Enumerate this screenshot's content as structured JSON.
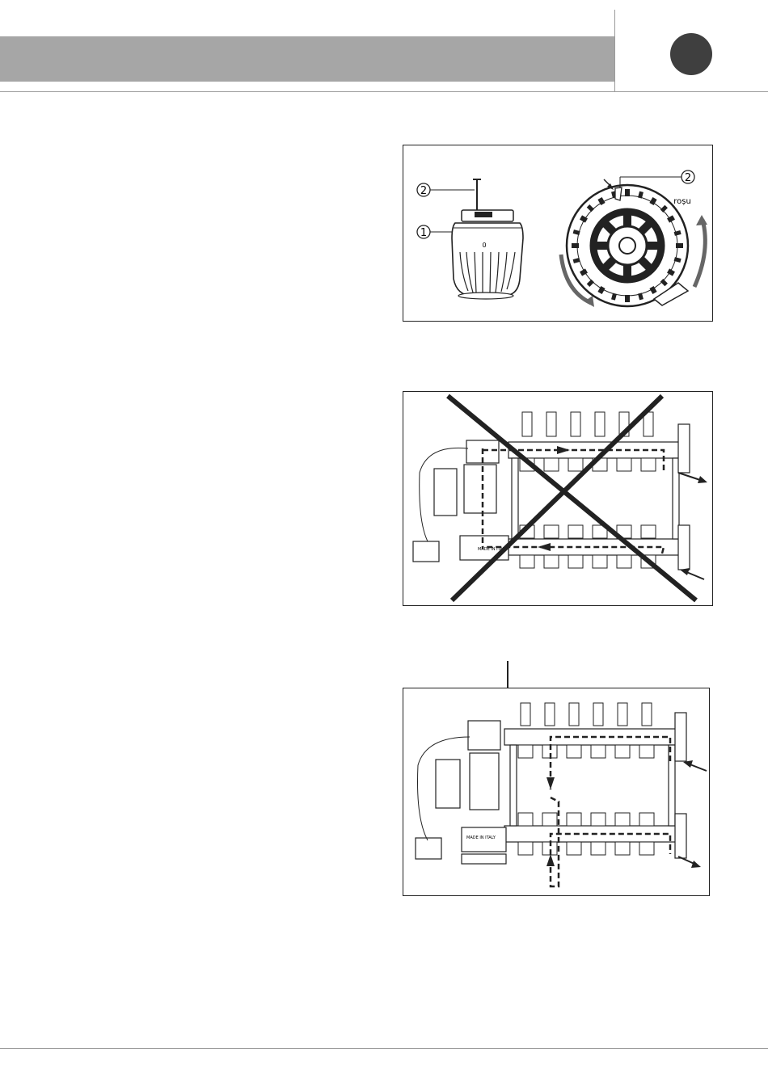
{
  "figure1": {
    "callout_1": "1",
    "callout_2": "2",
    "callout_2b": "2",
    "scale_mark": "0",
    "color_label": "roșu"
  },
  "figure2": {
    "stamp": "MADE IN ITALY"
  },
  "figure3": {
    "stamp": "MADE IN ITALY"
  }
}
